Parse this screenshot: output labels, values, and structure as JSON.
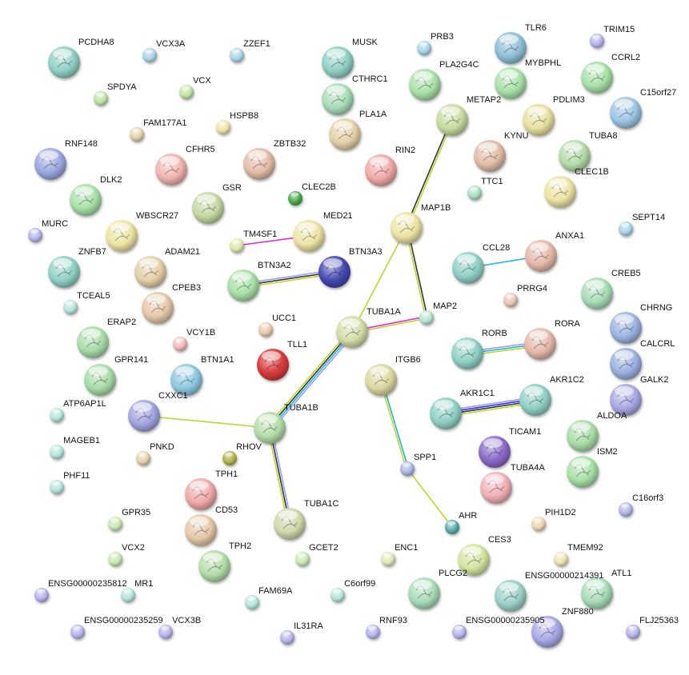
{
  "edge_colors": {
    "lavender": "#9a9aff",
    "blue": "#2a2aff",
    "cyan": "#20b4d8",
    "black": "#333333",
    "yellowgreen": "#bcd62a",
    "magenta": "#e02ae0"
  },
  "nodes": [
    {
      "label": "PCDHA8",
      "color": "#8fd0c6"
    },
    {
      "label": "VCX3A",
      "color": "#a8d4e8"
    },
    {
      "label": "ZZEF1",
      "color": "#a8d4e8"
    },
    {
      "label": "MUSK",
      "color": "#8fd0c6"
    },
    {
      "label": "PRB3",
      "color": "#a8d4e8"
    },
    {
      "label": "TLR6",
      "color": "#8ec0d8"
    },
    {
      "label": "TRIM15",
      "color": "#b4b4ec"
    },
    {
      "label": "SPDYA",
      "color": "#bfe3a4"
    },
    {
      "label": "VCX",
      "color": "#bfe3a4"
    },
    {
      "label": "CTHRC1",
      "color": "#a8dcb8"
    },
    {
      "label": "PLA2G4C",
      "color": "#a8e0a8"
    },
    {
      "label": "MYBPHL",
      "color": "#a8e0a8"
    },
    {
      "label": "CCRL2",
      "color": "#a8e0a8"
    },
    {
      "label": "C15orf27",
      "color": "#9cc4e4"
    },
    {
      "label": "METAP2",
      "color": "#c8dca0"
    },
    {
      "label": "PDLIM3",
      "color": "#e8e0a0"
    },
    {
      "label": "FAM177A1",
      "color": "#e4d0a8"
    },
    {
      "label": "HSPB8",
      "color": "#ece4a4"
    },
    {
      "label": "PLA1A",
      "color": "#e4d0a8"
    },
    {
      "label": "KYNU",
      "color": "#e0bca8"
    },
    {
      "label": "TUBA8",
      "color": "#b4dca8"
    },
    {
      "label": "RNF148",
      "color": "#9ca8e0"
    },
    {
      "label": "CFHR5",
      "color": "#f0b4b0"
    },
    {
      "label": "ZBTB32",
      "color": "#e4bca8"
    },
    {
      "label": "RIN2",
      "color": "#f0a8a8"
    },
    {
      "label": "CLEC1B",
      "color": "#ece4a4"
    },
    {
      "label": "DLK2",
      "color": "#a8e0a8"
    },
    {
      "label": "GSR",
      "color": "#c4d8a0"
    },
    {
      "label": "CLEC2B",
      "color": "#48a848"
    },
    {
      "label": "TTC1",
      "color": "#a8e0c0"
    },
    {
      "label": "MAP1B",
      "color": "#ece4a4"
    },
    {
      "label": "MURC",
      "color": "#b4b4ec"
    },
    {
      "label": "WBSCR27",
      "color": "#ece4a4"
    },
    {
      "label": "SEPT14",
      "color": "#a8d4e8"
    },
    {
      "label": "TM4SF1",
      "color": "#dce8a8"
    },
    {
      "label": "MED21",
      "color": "#ece4a4"
    },
    {
      "label": "ZNFB7",
      "color": "#8fd0c6"
    },
    {
      "label": "ADAM21",
      "color": "#e4d0a8"
    },
    {
      "label": "ANXA1",
      "color": "#e4b8a8"
    },
    {
      "label": "CCL28",
      "color": "#8fd0c6"
    },
    {
      "label": "BTN3A2",
      "color": "#a8e0a8"
    },
    {
      "label": "BTN3A3",
      "color": "#4448b0"
    },
    {
      "label": "CREB5",
      "color": "#a8dcb8"
    },
    {
      "label": "TCEAL5",
      "color": "#b4e4dc"
    },
    {
      "label": "PRRG4",
      "color": "#ecc4b4"
    },
    {
      "label": "CPEB3",
      "color": "#e4c8a8"
    },
    {
      "label": "MAP2",
      "color": "#b4e4d0"
    },
    {
      "label": "UCC1",
      "color": "#e8c8a8"
    },
    {
      "label": "TUBA1A",
      "color": "#d4dca8"
    },
    {
      "label": "CHRNG",
      "color": "#9cb4e0"
    },
    {
      "label": "ERAP2",
      "color": "#a8dca8"
    },
    {
      "label": "RORB",
      "color": "#8fd0c6"
    },
    {
      "label": "RORA",
      "color": "#e4b8a8"
    },
    {
      "label": "VCY1B",
      "color": "#f0b8b8"
    },
    {
      "label": "TLL1",
      "color": "#d83a3a"
    },
    {
      "label": "CALCRL",
      "color": "#9cb0e0"
    },
    {
      "label": "GPR141",
      "color": "#a8dca8"
    },
    {
      "label": "BTN1A1",
      "color": "#8ec8e0"
    },
    {
      "label": "ITGB6",
      "color": "#dcd8a0"
    },
    {
      "label": "GALK2",
      "color": "#a8a8e4"
    },
    {
      "label": "AKR1C2",
      "color": "#8fd0c6"
    },
    {
      "label": "ATP6AP1L",
      "color": "#b4e4dc"
    },
    {
      "label": "CXXC1",
      "color": "#a0a4e0"
    },
    {
      "label": "AKR1C1",
      "color": "#8fd0c6"
    },
    {
      "label": "TUBA1B",
      "color": "#b4dca8"
    },
    {
      "label": "ALDOA",
      "color": "#a8dca8"
    },
    {
      "label": "TICAM1",
      "color": "#8a6ac8"
    },
    {
      "label": "MAGEB1",
      "color": "#b4e4dc"
    },
    {
      "label": "PNKD",
      "color": "#e4d0a8"
    },
    {
      "label": "RHOV",
      "color": "#b0b048"
    },
    {
      "label": "SPP1",
      "color": "#a8b8e4"
    },
    {
      "label": "ISM2",
      "color": "#a8e0a8"
    },
    {
      "label": "PHF11",
      "color": "#b4e4dc"
    },
    {
      "label": "TPH1",
      "color": "#f0a8a8"
    },
    {
      "label": "TUBA4A",
      "color": "#f0b0b8"
    },
    {
      "label": "GPR35",
      "color": "#c8e8b0"
    },
    {
      "label": "C16orf3",
      "color": "#b4b4ec"
    },
    {
      "label": "AHR",
      "color": "#58aaa8"
    },
    {
      "label": "CD53",
      "color": "#e4c8a8"
    },
    {
      "label": "TUBA1C",
      "color": "#d0d8a8"
    },
    {
      "label": "PIH1D2",
      "color": "#ecd4b0"
    },
    {
      "label": "VCX2",
      "color": "#c8e8b0"
    },
    {
      "label": "TPH2",
      "color": "#b4dca8"
    },
    {
      "label": "GCET2",
      "color": "#c8e8b0"
    },
    {
      "label": "ENC1",
      "color": "#dce8b8"
    },
    {
      "label": "CES3",
      "color": "#d4e4a0"
    },
    {
      "label": "TMEM92",
      "color": "#ece4b0"
    },
    {
      "label": "ENSG00000235812",
      "color": "#b4b4ec"
    },
    {
      "label": "MR1",
      "color": "#b4e4dc"
    },
    {
      "label": "PLCG2",
      "color": "#a8dcb8"
    },
    {
      "label": "ENSG00000214391",
      "color": "#9cd0c8"
    },
    {
      "label": "ATL1",
      "color": "#a8dcb8"
    },
    {
      "label": "FAM69A",
      "color": "#b4e4dc"
    },
    {
      "label": "C6orf99",
      "color": "#b4e4dc"
    },
    {
      "label": "ENSG00000235259",
      "color": "#b4b4ec"
    },
    {
      "label": "VCX3B",
      "color": "#b4b4ec"
    },
    {
      "label": "IL31RA",
      "color": "#b4b4ec"
    },
    {
      "label": "RNF93",
      "color": "#b4b4ec"
    },
    {
      "label": "ENSG00000235905",
      "color": "#b4b4ec"
    },
    {
      "label": "ZNF880",
      "color": "#a8a8e4"
    },
    {
      "label": "FLJ25363",
      "color": "#b4b4ec"
    }
  ],
  "edges": [
    {
      "a": "TM4SF1",
      "b": "MED21",
      "types": [
        "magenta"
      ]
    },
    {
      "a": "BTN3A2",
      "b": "BTN3A3",
      "types": [
        "lavender",
        "black",
        "yellowgreen"
      ]
    },
    {
      "a": "MAP1B",
      "b": "METAP2",
      "types": [
        "black",
        "yellowgreen"
      ]
    },
    {
      "a": "MAP1B",
      "b": "MAP2",
      "types": [
        "black",
        "yellowgreen"
      ]
    },
    {
      "a": "MAP1B",
      "b": "TUBA1A",
      "types": [
        "yellowgreen"
      ]
    },
    {
      "a": "TUBA1A",
      "b": "MAP2",
      "types": [
        "magenta",
        "yellowgreen"
      ]
    },
    {
      "a": "TUBA1A",
      "b": "TUBA1B",
      "types": [
        "lavender",
        "cyan",
        "black",
        "yellowgreen"
      ]
    },
    {
      "a": "TUBA1B",
      "b": "CXXC1",
      "types": [
        "yellowgreen"
      ]
    },
    {
      "a": "TUBA1B",
      "b": "TUBA1C",
      "types": [
        "lavender",
        "black",
        "yellowgreen"
      ]
    },
    {
      "a": "CCL28",
      "b": "ANXA1",
      "types": [
        "cyan"
      ]
    },
    {
      "a": "RORB",
      "b": "RORA",
      "types": [
        "lavender",
        "cyan",
        "yellowgreen"
      ]
    },
    {
      "a": "AKR1C1",
      "b": "AKR1C2",
      "types": [
        "lavender",
        "blue",
        "black",
        "yellowgreen"
      ]
    },
    {
      "a": "ITGB6",
      "b": "SPP1",
      "types": [
        "cyan",
        "yellowgreen"
      ]
    },
    {
      "a": "SPP1",
      "b": "AHR",
      "types": [
        "yellowgreen"
      ]
    }
  ]
}
